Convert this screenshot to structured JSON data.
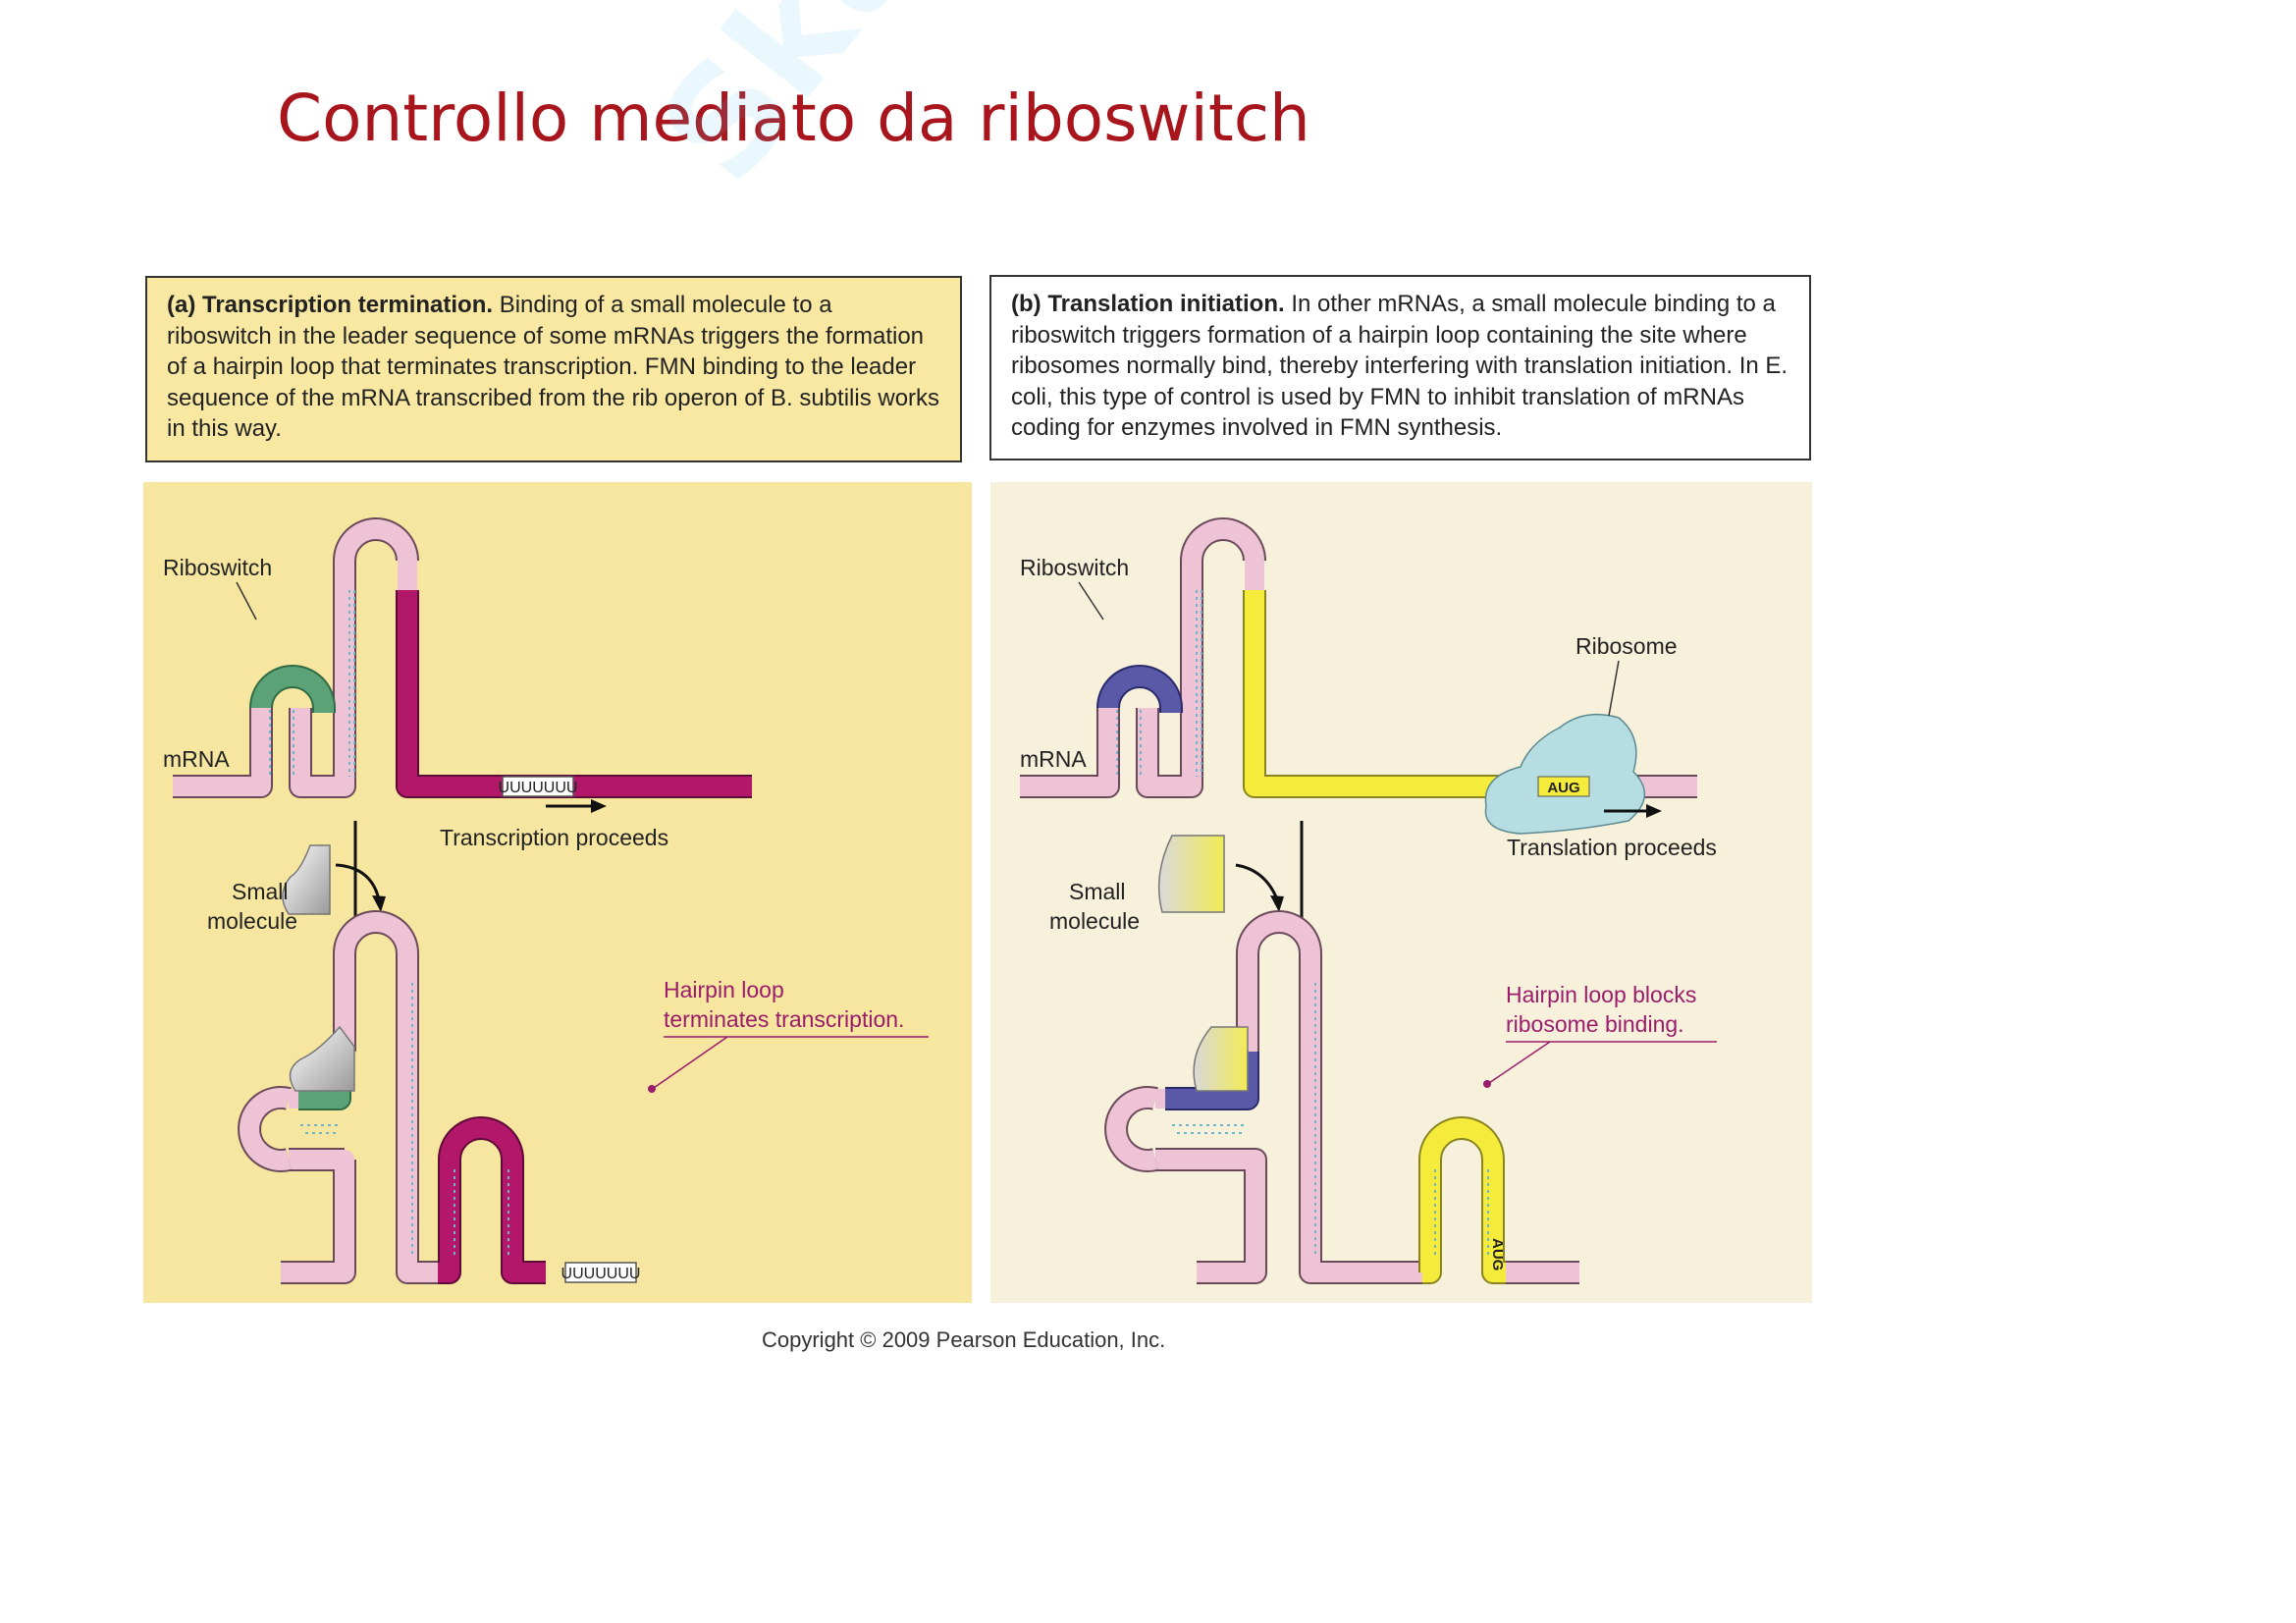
{
  "page_title": "Controllo mediato da riboswitch",
  "watermark_text": "SkuoLa.net",
  "caption_a": {
    "label": "(a) Transcription termination.",
    "text": "Binding of a small molecule to a riboswitch in the leader sequence of some mRNAs triggers the formation of a hairpin loop that terminates transcription. FMN binding to the leader sequence of the mRNA transcribed from the rib operon of B. subtilis works in this way."
  },
  "caption_b": {
    "label": "(b) Translation initiation.",
    "text": "In other mRNAs, a small molecule binding to a riboswitch triggers formation of a hairpin loop containing the site where ribosomes normally bind, thereby interfering with translation initiation. In E. coli, this type of control is used by FMN to inhibit translation of mRNAs coding for enzymes involved in FMN synthesis."
  },
  "panel_a": {
    "riboswitch_label": "Riboswitch",
    "mrna_label": "mRNA",
    "terminator_seq": "UUUUUUU",
    "proceeds_label": "Transcription proceeds",
    "small_label_1": "Small",
    "small_label_2": "molecule",
    "hairpin_label_1": "Hairpin loop",
    "hairpin_label_2": "terminates transcription."
  },
  "panel_b": {
    "riboswitch_label": "Riboswitch",
    "mrna_label": "mRNA",
    "ribosome_label": "Ribosome",
    "aug_label": "AUG",
    "proceeds_label": "Translation proceeds",
    "small_label_1": "Small",
    "small_label_2": "molecule",
    "hairpin_label_1": "Hairpin loop blocks",
    "hairpin_label_2": "ribosome binding."
  },
  "copyright": "Copyright © 2009 Pearson Education, Inc.",
  "colors": {
    "title": "#a8151c",
    "mrna": "#efc3d6",
    "riboswitch_a": "#5ca277",
    "terminator": "#b2176a",
    "riboswitch_b": "#5a59a7",
    "rbs": "#f4eb3a",
    "ribosome": "#b6dde1"
  }
}
